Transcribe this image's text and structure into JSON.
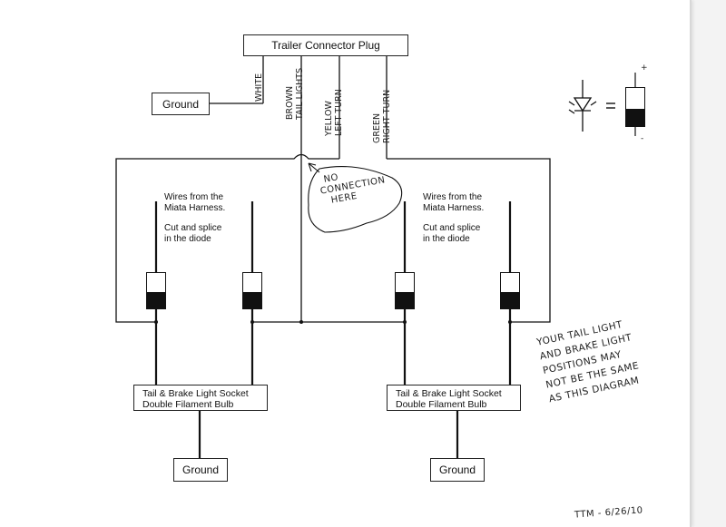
{
  "connector": {
    "title": "Trailer Connector Plug"
  },
  "ground_top": {
    "label": "Ground"
  },
  "wires": {
    "white": "WHITE",
    "brown": "BROWN",
    "brown_sub": "TAIL LIGHTS",
    "yellow": "YELLOW",
    "yellow_sub": "LEFT TURN",
    "green": "GREEN",
    "green_sub": "RIGHT TURN"
  },
  "notes": {
    "left": {
      "line1": "Wires from the",
      "line2": "Miata Harness.",
      "line3": "Cut and splice",
      "line4": "in the diode"
    },
    "right": {
      "line1": "Wires from the",
      "line2": "Miata Harness.",
      "line3": "Cut and splice",
      "line4": "in the diode"
    }
  },
  "no_connection": {
    "line1": "NO",
    "line2": "CONNECTION",
    "line3": "HERE"
  },
  "sockets": {
    "left": {
      "line1": "Tail & Brake Light Socket",
      "line2": "Double Filament Bulb"
    },
    "right": {
      "line1": "Tail & Brake Light Socket",
      "line2": "Double Filament Bulb"
    }
  },
  "ground_left": {
    "label": "Ground"
  },
  "ground_right": {
    "label": "Ground"
  },
  "legend": {
    "plus": "+",
    "minus": "-",
    "equals": "="
  },
  "disclaimer": {
    "line1": "YOUR TAIL LIGHT",
    "line2": "AND BRAKE LIGHT",
    "line3": "POSITIONS MAY",
    "line4": "NOT BE THE SAME",
    "line5": "AS THIS DIAGRAM"
  },
  "signature": "TTM - 6/26/10"
}
